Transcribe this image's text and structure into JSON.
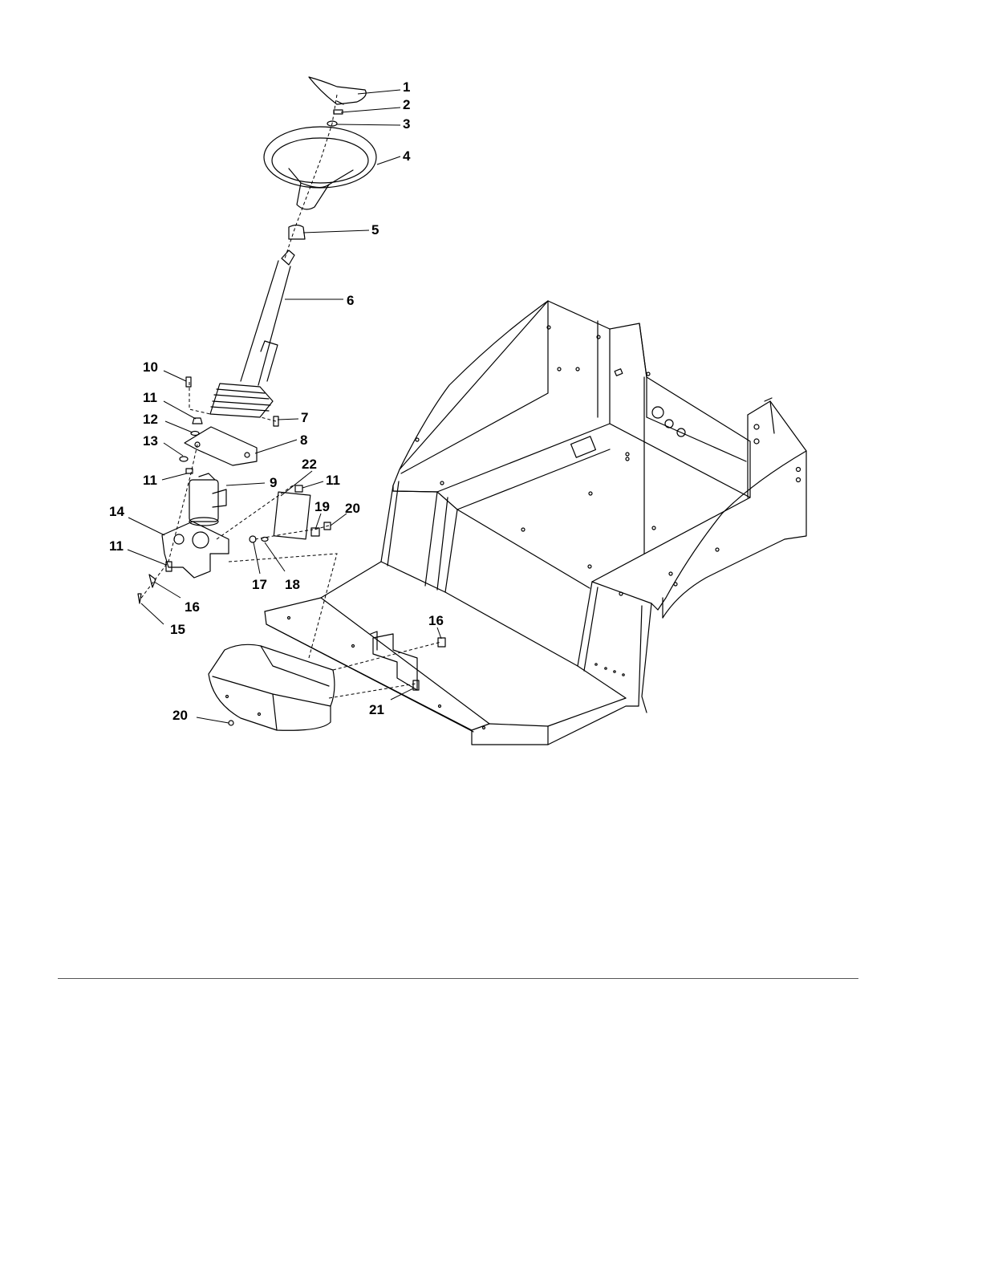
{
  "diagram": {
    "callouts": [
      {
        "id": "c1",
        "text": "1"
      },
      {
        "id": "c2",
        "text": "2"
      },
      {
        "id": "c3",
        "text": "3"
      },
      {
        "id": "c4",
        "text": "4"
      },
      {
        "id": "c5",
        "text": "5"
      },
      {
        "id": "c6",
        "text": "6"
      },
      {
        "id": "c10",
        "text": "10"
      },
      {
        "id": "c11a",
        "text": "11"
      },
      {
        "id": "c7",
        "text": "7"
      },
      {
        "id": "c12",
        "text": "12"
      },
      {
        "id": "c8",
        "text": "8"
      },
      {
        "id": "c13",
        "text": "13"
      },
      {
        "id": "c22",
        "text": "22"
      },
      {
        "id": "c11b",
        "text": "11"
      },
      {
        "id": "c9",
        "text": "9"
      },
      {
        "id": "c11c",
        "text": "11"
      },
      {
        "id": "c19",
        "text": "19"
      },
      {
        "id": "c20a",
        "text": "20"
      },
      {
        "id": "c14",
        "text": "14"
      },
      {
        "id": "c11d",
        "text": "11"
      },
      {
        "id": "c17",
        "text": "17"
      },
      {
        "id": "c18",
        "text": "18"
      },
      {
        "id": "c16a",
        "text": "16"
      },
      {
        "id": "c15",
        "text": "15"
      },
      {
        "id": "c16b",
        "text": "16"
      },
      {
        "id": "c21",
        "text": "21"
      },
      {
        "id": "c20b",
        "text": "20"
      }
    ]
  }
}
